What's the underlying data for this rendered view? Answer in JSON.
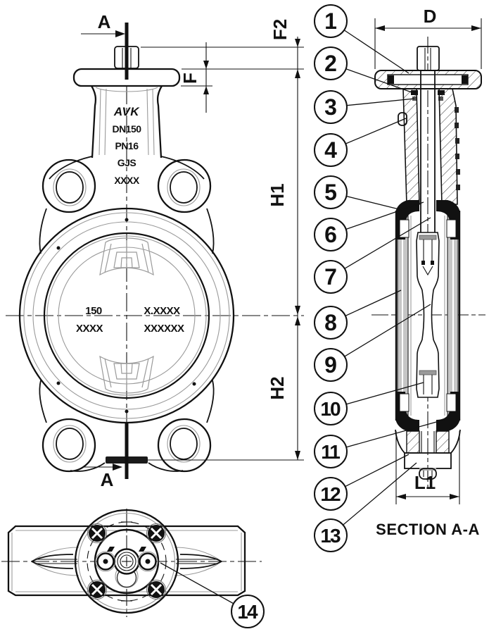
{
  "drawing": {
    "section_cut_label_top": "A",
    "section_cut_label_bottom": "A",
    "section_title": "SECTION A-A"
  },
  "dimensions": {
    "stem_height": "F2",
    "flange_thickness": "F",
    "height_upper": "H1",
    "height_lower": "H2",
    "top_flange_diameter": "D",
    "bottom_width": "L1"
  },
  "front_view": {
    "neck_markings": {
      "brand": "AVK",
      "size": "DN150",
      "pressure": "PN16",
      "material": "GJS",
      "code": "XXXX"
    },
    "disc_markings": {
      "left_top": "150",
      "right_top": "X.XXXX",
      "left_bottom": "XXXX",
      "right_bottom": "XXXXXX"
    }
  },
  "balloons": [
    {
      "label": "1"
    },
    {
      "label": "2"
    },
    {
      "label": "3"
    },
    {
      "label": "4"
    },
    {
      "label": "5"
    },
    {
      "label": "6"
    },
    {
      "label": "7"
    },
    {
      "label": "8"
    },
    {
      "label": "9"
    },
    {
      "label": "10"
    },
    {
      "label": "11"
    },
    {
      "label": "12"
    },
    {
      "label": "13"
    },
    {
      "label": "14"
    }
  ]
}
